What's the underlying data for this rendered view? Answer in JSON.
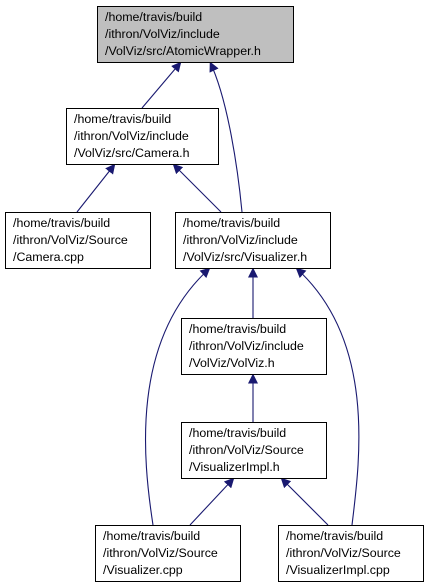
{
  "colors": {
    "edge": "#191970",
    "highlight_fill": "#bfbfbf",
    "node_fill": "#ffffff",
    "node_border": "#000000"
  },
  "nodes": [
    {
      "id": "atomic",
      "lines": [
        "/home/travis/build",
        "/ithron/VolViz/include",
        "/VolViz/src/AtomicWrapper.h"
      ],
      "highlighted": true
    },
    {
      "id": "camera_h",
      "lines": [
        "/home/travis/build",
        "/ithron/VolViz/include",
        "/VolViz/src/Camera.h"
      ]
    },
    {
      "id": "camera_cpp",
      "lines": [
        "/home/travis/build",
        "/ithron/VolViz/Source",
        "/Camera.cpp"
      ]
    },
    {
      "id": "visualizer_h",
      "lines": [
        "/home/travis/build",
        "/ithron/VolViz/include",
        "/VolViz/src/Visualizer.h"
      ]
    },
    {
      "id": "volviz_h",
      "lines": [
        "/home/travis/build",
        "/ithron/VolViz/include",
        "/VolViz/VolViz.h"
      ]
    },
    {
      "id": "visimpl_h",
      "lines": [
        "/home/travis/build",
        "/ithron/VolViz/Source",
        "/VisualizerImpl.h"
      ]
    },
    {
      "id": "visualizer_cpp",
      "lines": [
        "/home/travis/build",
        "/ithron/VolViz/Source",
        "/Visualizer.cpp"
      ]
    },
    {
      "id": "visimpl_cpp",
      "lines": [
        "/home/travis/build",
        "/ithron/VolViz/Source",
        "/VisualizerImpl.cpp"
      ]
    }
  ],
  "edges": [
    {
      "from": "camera_h",
      "to": "atomic"
    },
    {
      "from": "visualizer_h",
      "to": "atomic"
    },
    {
      "from": "camera_cpp",
      "to": "camera_h"
    },
    {
      "from": "visualizer_h",
      "to": "camera_h"
    },
    {
      "from": "volviz_h",
      "to": "visualizer_h"
    },
    {
      "from": "visualizer_cpp",
      "to": "visualizer_h"
    },
    {
      "from": "visimpl_cpp",
      "to": "visualizer_h"
    },
    {
      "from": "visimpl_h",
      "to": "volviz_h"
    },
    {
      "from": "visualizer_cpp",
      "to": "visimpl_h"
    },
    {
      "from": "visimpl_cpp",
      "to": "visimpl_h"
    }
  ]
}
